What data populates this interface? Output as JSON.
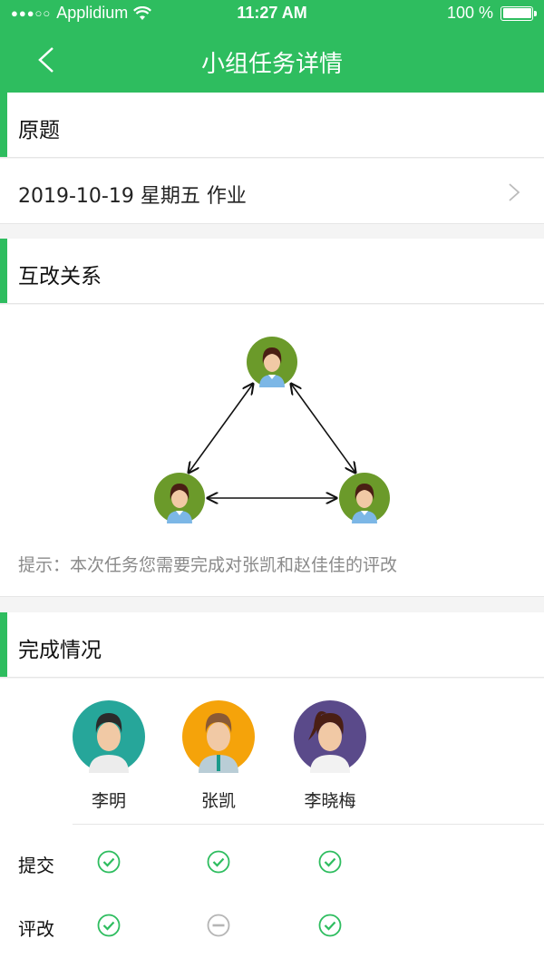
{
  "statusbar": {
    "carrier": "Applidium",
    "signal": "●●●○○",
    "time": "11:27 AM",
    "battery": "100 %"
  },
  "navbar": {
    "title": "小组任务详情",
    "back_icon": "chevron-left-icon"
  },
  "sections": {
    "original": {
      "title": "原题",
      "item": "2019-10-19 星期五 作业"
    },
    "relations": {
      "title": "互改关系",
      "hint": "提示：本次任务您需要完成对张凯和赵佳佳的评改"
    },
    "completion": {
      "title": "完成情况",
      "members": [
        {
          "name": "李明",
          "avatar_color": "#26a69a"
        },
        {
          "name": "张凯",
          "avatar_color": "#f5a30a"
        },
        {
          "name": "李晓梅",
          "avatar_color": "#5a4a8a"
        }
      ],
      "rows": [
        {
          "label": "提交",
          "statuses": [
            "done",
            "done",
            "done"
          ]
        },
        {
          "label": "评改",
          "statuses": [
            "done",
            "none",
            "done"
          ]
        }
      ]
    }
  },
  "colors": {
    "accent": "#2ebd5f",
    "node_bg": "#6b9a2a",
    "pending": "#b5b5b5"
  }
}
